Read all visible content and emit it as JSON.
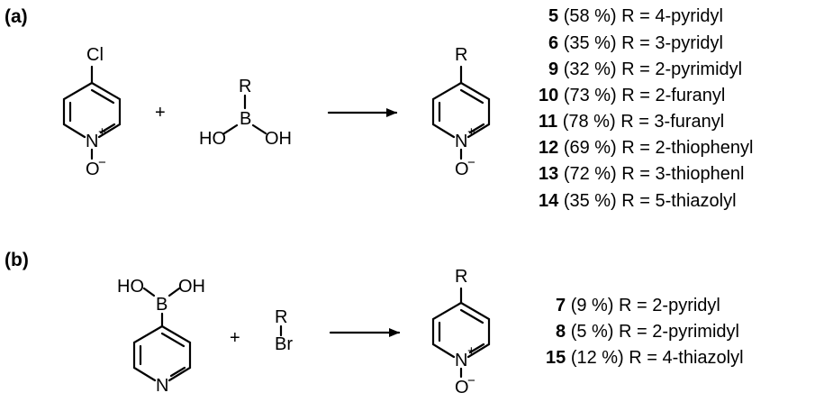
{
  "panels": [
    {
      "label": "(a)",
      "reactant1": {
        "substituent": "Cl",
        "ring_heteroatom": "N",
        "charge_positive": "+",
        "oxide": "O",
        "charge_negative": "−"
      },
      "plus": "+",
      "reactant2": {
        "group": "R",
        "center": "B",
        "left": "HO",
        "right": "OH"
      },
      "product": {
        "substituent": "R",
        "ring_heteroatom": "N",
        "charge_positive": "+",
        "oxide": "O",
        "charge_negative": "−"
      },
      "results": [
        {
          "number": "5",
          "yield": "(58 %)",
          "text": "R = 4-pyridyl"
        },
        {
          "number": "6",
          "yield": "(35 %)",
          "text": "R = 3-pyridyl"
        },
        {
          "number": "9",
          "yield": "(32 %)",
          "text": "R = 2-pyrimidyl"
        },
        {
          "number": "10",
          "yield": "(73 %)",
          "text": "R = 2-furanyl"
        },
        {
          "number": "11",
          "yield": "(78 %)",
          "text": "R = 3-furanyl"
        },
        {
          "number": "12",
          "yield": "(69 %)",
          "text": "R = 2-thiophenyl"
        },
        {
          "number": "13",
          "yield": "(72 %)",
          "text": "R = 3-thiophenl"
        },
        {
          "number": "14",
          "yield": "(35 %)",
          "text": "R = 5-thiazolyl"
        }
      ]
    },
    {
      "label": "(b)",
      "reactant1": {
        "left": "HO",
        "center": "B",
        "right": "OH",
        "ring_heteroatom": "N"
      },
      "plus": "+",
      "reactant2": {
        "group": "R",
        "leaving": "Br"
      },
      "product": {
        "substituent": "R",
        "ring_heteroatom": "N",
        "charge_positive": "+",
        "oxide": "O",
        "charge_negative": "−"
      },
      "results": [
        {
          "number": "7",
          "yield": "(9 %)",
          "text": "R = 2-pyridyl"
        },
        {
          "number": "8",
          "yield": "(5 %)",
          "text": "R = 2-pyrimidyl"
        },
        {
          "number": "15",
          "yield": "(12 %)",
          "text": "R = 4-thiazolyl"
        }
      ]
    }
  ]
}
